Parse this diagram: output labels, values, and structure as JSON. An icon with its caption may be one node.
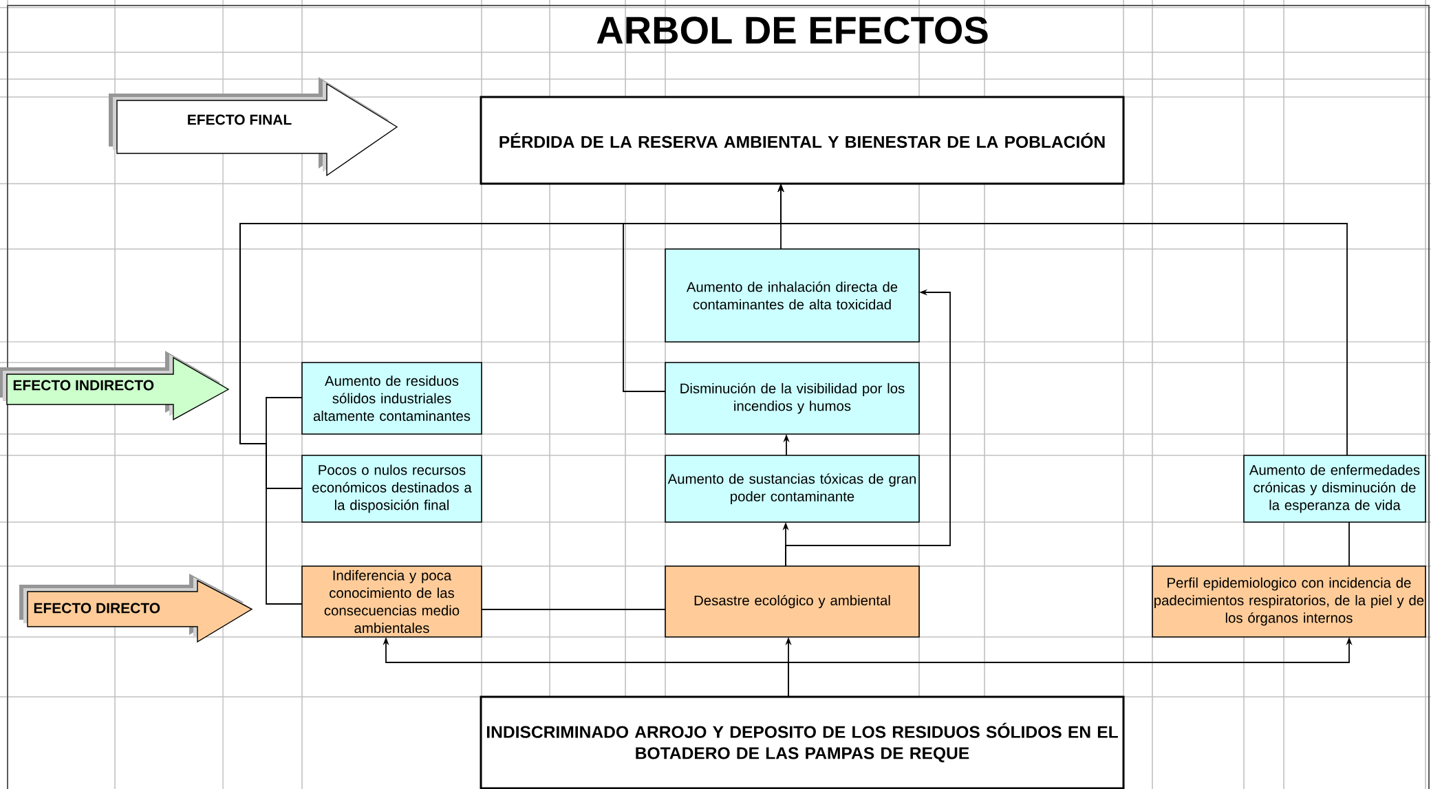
{
  "diagram": {
    "title": "ARBOL DE EFECTOS",
    "nodes": [
      {
        "text": [
          "EFECTO FINAL"
        ]
      },
      {
        "text": [
          "PÉRDIDA DE LA RESERVA AMBIENTAL Y BIENESTAR DE LA POBLACIÓN"
        ]
      },
      {
        "text": [
          "EFECTO INDIRECTO"
        ]
      },
      {
        "text": [
          "Aumento de inhalación directa de contaminantes de alta toxicidad"
        ]
      },
      {
        "text": [
          "Aumento de residuos sólidos industriales altamente contaminantes"
        ]
      },
      {
        "text": [
          "Disminución de la visibilidad por los incendios y humos"
        ]
      },
      {
        "text": [
          "Pocos o nulos recursos económicos destinados a la disposición final"
        ]
      },
      {
        "text": [
          "Aumento de sustancias tóxicas de gran poder contaminante"
        ]
      },
      {
        "text": [
          "Aumento de enfermedades crónicas y disminución de la esperanza de vida"
        ]
      },
      {
        "text": [
          "EFECTO DIRECTO"
        ]
      },
      {
        "text": [
          "Indiferencia y poca conocimiento de las consecuencias medio ambientales"
        ]
      },
      {
        "text": [
          "Desastre ecológico y ambiental"
        ]
      },
      {
        "text": [
          "Perfil epidemiologico con incidencia de padecimientos respiratorios, de la piel y de los órganos internos"
        ]
      },
      {
        "text": [
          "INDISCRIMINADO ARROJO Y DEPOSITO DE LOS RESIDUOS SÓLIDOS EN EL BOTADERO DE LAS PAMPAS DE REQUE"
        ]
      }
    ],
    "edges": [
      {
        "from": 3,
        "to": 1,
        "arrow": "to"
      },
      {
        "from": 4,
        "to": 1,
        "arrow": "to"
      },
      {
        "from": 6,
        "to": 1,
        "arrow": "to"
      },
      {
        "from": 10,
        "to": 1,
        "arrow": "to"
      },
      {
        "from": 5,
        "to": 1,
        "arrow": "to"
      },
      {
        "from": 8,
        "to": 1,
        "arrow": "to"
      },
      {
        "from": 7,
        "to": 5,
        "arrow": "to"
      },
      {
        "from": 11,
        "to": 7,
        "arrow": "to"
      },
      {
        "from": 11,
        "to": 3,
        "arrow": "to"
      },
      {
        "from": 10,
        "to": 11,
        "arrow": "none"
      },
      {
        "from": 12,
        "to": 8,
        "arrow": "none"
      },
      {
        "from": 13,
        "to": 11,
        "arrow": "to"
      },
      {
        "from": 13,
        "to": 10,
        "arrow": "to"
      },
      {
        "from": 13,
        "to": 12,
        "arrow": "to"
      }
    ]
  }
}
